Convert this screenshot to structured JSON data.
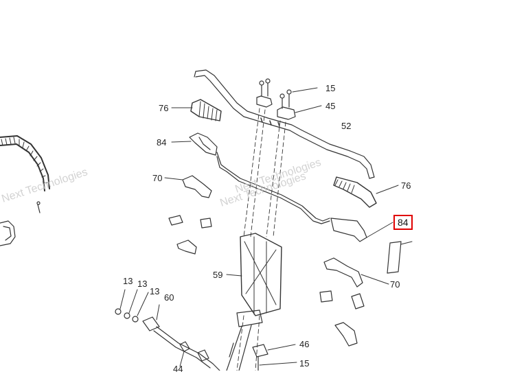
{
  "diagram": {
    "callouts": {
      "c15a": "15",
      "c45": "45",
      "c76a": "76",
      "c52": "52",
      "c84a": "84",
      "c70a": "70",
      "c76b": "76",
      "c84b": "84",
      "c59": "59",
      "c70b": "70",
      "c13a": "13",
      "c13b": "13",
      "c13c": "13",
      "c60": "60",
      "c46": "46",
      "c15b": "15",
      "c44": "44"
    },
    "watermarks": {
      "wm1": "Next Technologies",
      "wm2": "Next Technologies",
      "wm3": "Next Technologies"
    },
    "highlight_color": "#e00000"
  }
}
